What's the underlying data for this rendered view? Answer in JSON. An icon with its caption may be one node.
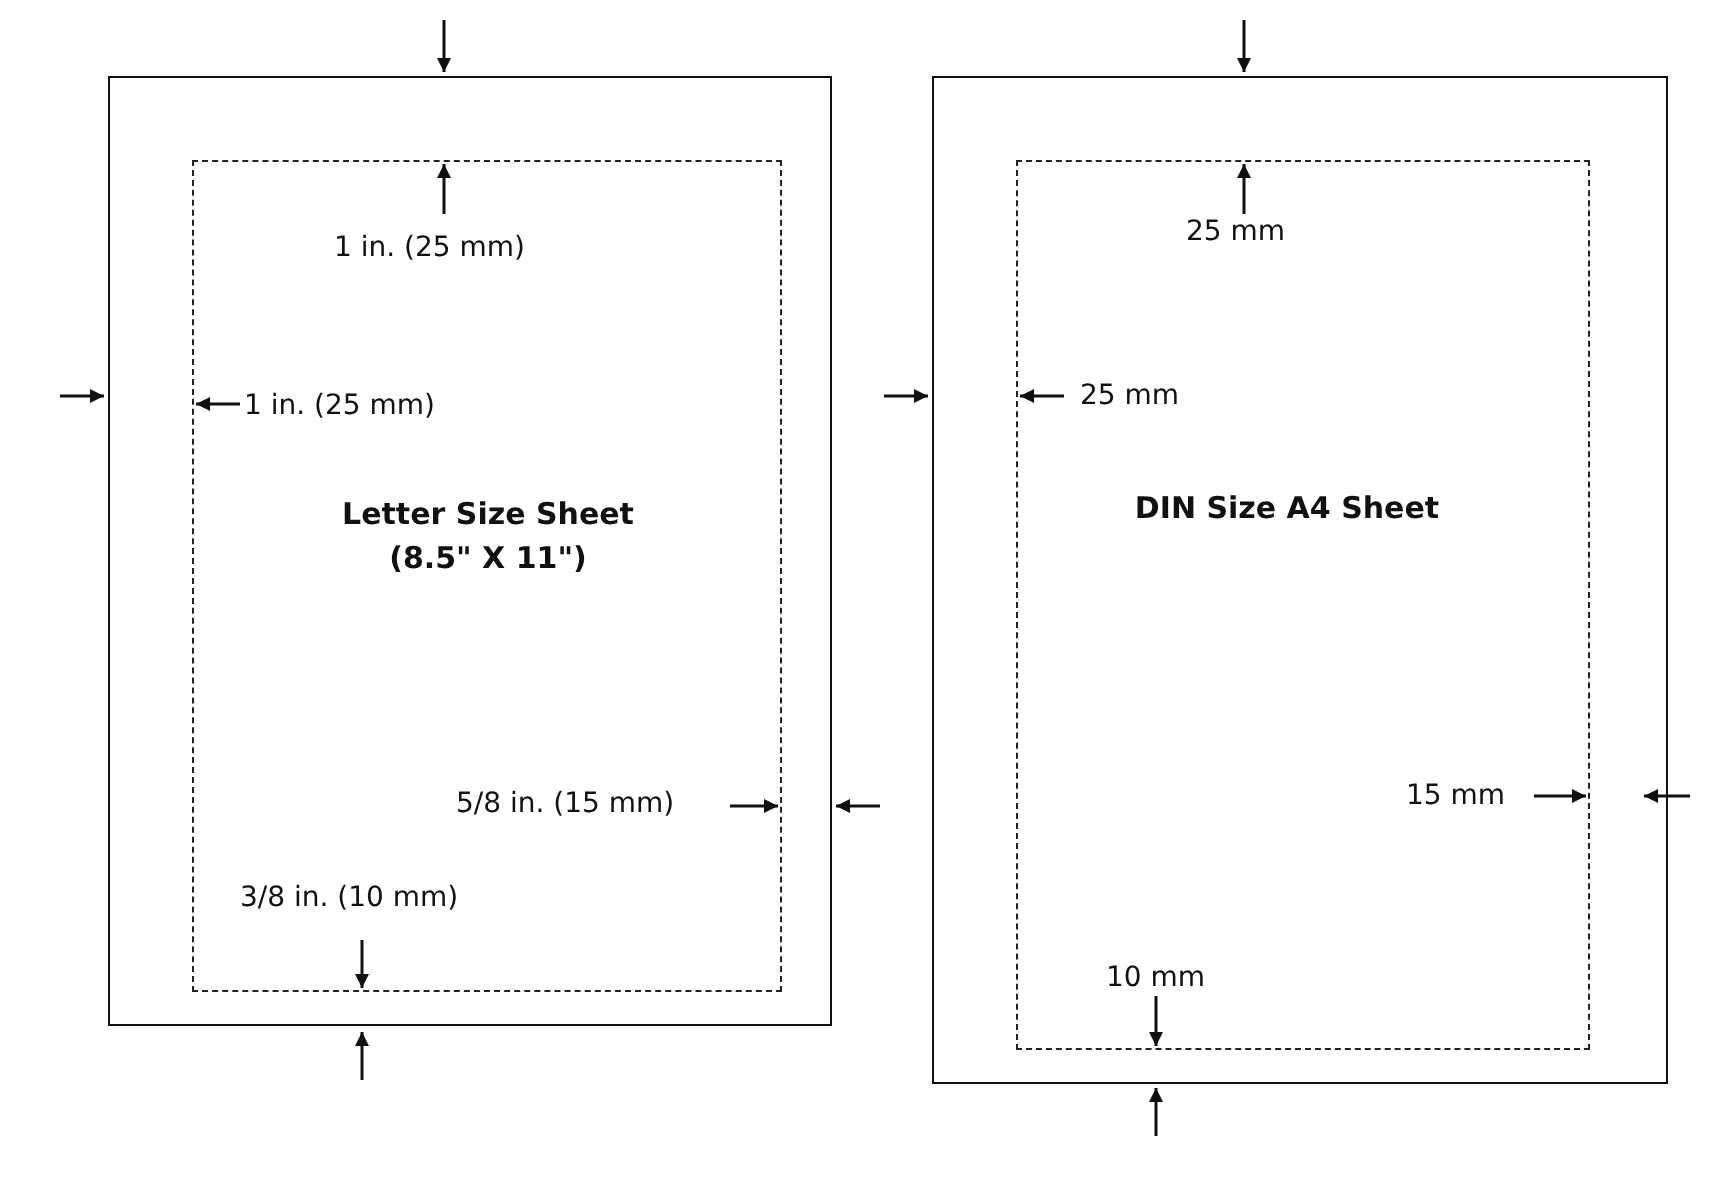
{
  "diagram": {
    "nodes": [
      {
        "text": [],
        "shape": "box"
      },
      {
        "text": [
          "Letter Size Sheet (8.5\" X 11\")"
        ],
        "in": 0
      },
      {
        "text": [],
        "shape": "box"
      },
      {
        "text": [
          "DIN Size A4 Sheet"
        ],
        "in": 2
      }
    ],
    "labels": [
      "1 in. (25 mm)",
      "1 in. (25 mm)",
      "5/8 in. (15 mm)",
      "3/8 in. (10 mm)",
      "25 mm",
      "25 mm",
      "15 mm",
      "10 mm"
    ]
  }
}
